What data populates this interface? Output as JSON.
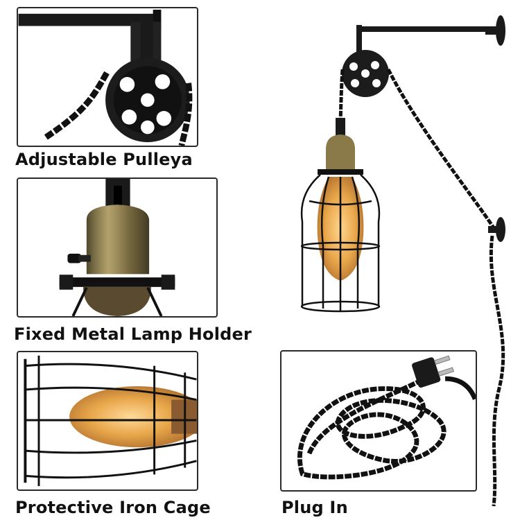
{
  "captions": {
    "pulley": "Adjustable Pulleya",
    "holder": "Fixed Metal Lamp Holder",
    "cage": "Protective Iron Cage",
    "plug": "Plug In"
  },
  "colors": {
    "metal_black": "#1a1a1a",
    "brass": "#8a7a4a",
    "bulb_glow": "#e8a64a",
    "frame_border": "#2a2a2a"
  }
}
